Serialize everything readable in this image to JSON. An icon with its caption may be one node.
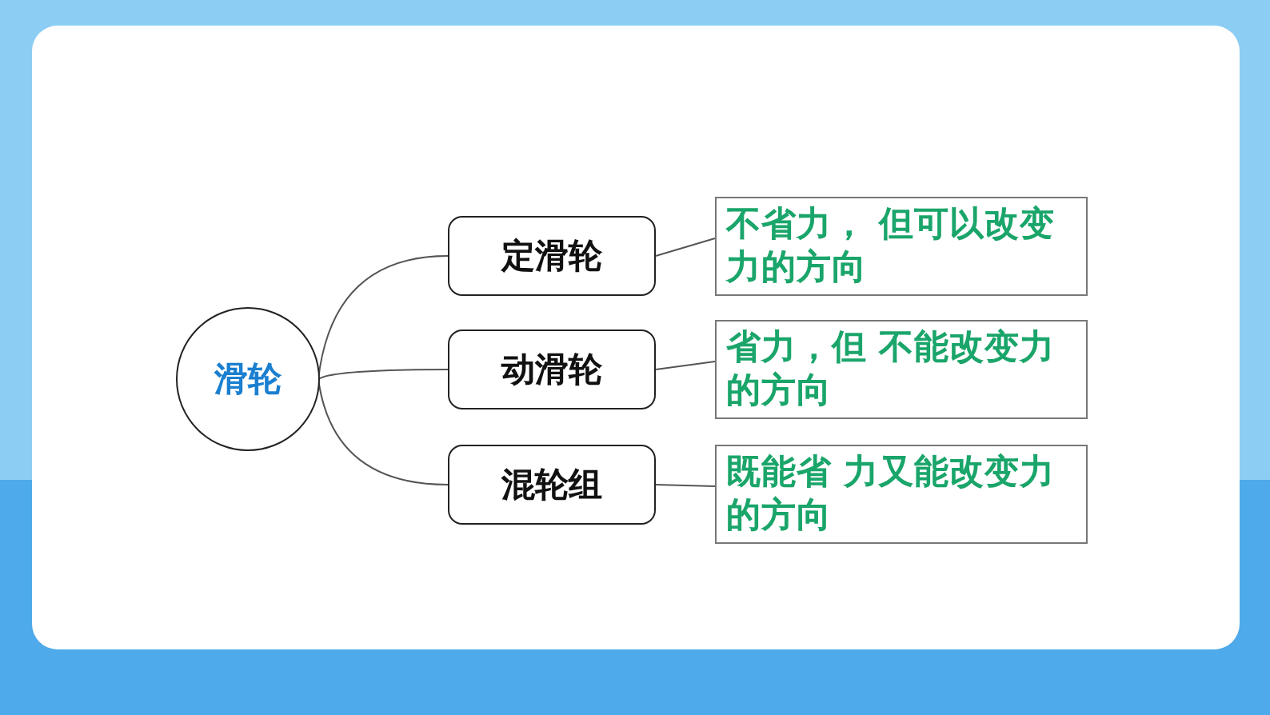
{
  "diagram": {
    "nodes": [
      {
        "text": [
          "滑轮"
        ]
      },
      {
        "text": [
          "定滑轮"
        ]
      },
      {
        "text": [
          "动滑轮"
        ]
      },
      {
        "text": [
          "混轮组"
        ]
      },
      {
        "text": [
          "不省力， 但可以改变力的方向"
        ]
      },
      {
        "text": [
          "省力，但 不能改变力的方向"
        ]
      },
      {
        "text": [
          "既能省 力又能改变力的方向"
        ]
      }
    ],
    "edges": [
      {
        "from": 0,
        "to": 1,
        "arrow": "none"
      },
      {
        "from": 0,
        "to": 2,
        "arrow": "none"
      },
      {
        "from": 0,
        "to": 3,
        "arrow": "none"
      },
      {
        "from": 1,
        "to": 4,
        "arrow": "none"
      },
      {
        "from": 2,
        "to": 5,
        "arrow": "none"
      },
      {
        "from": 3,
        "to": 6,
        "arrow": "none"
      }
    ]
  }
}
